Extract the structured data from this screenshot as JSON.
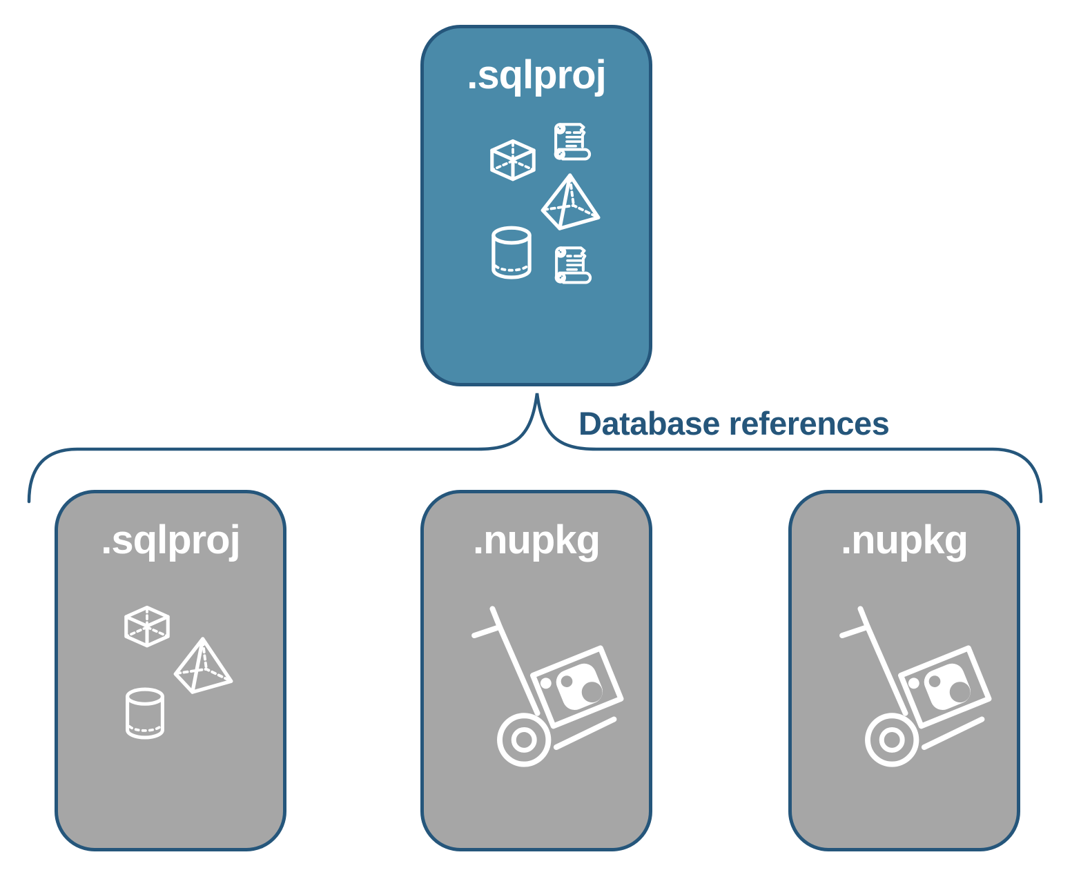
{
  "connector": {
    "label": "Database references",
    "color": "#25567b"
  },
  "colors": {
    "root_fill": "#4a8aa9",
    "child_fill": "#a6a6a6",
    "stroke": "#25567b",
    "icon_color": "#ffffff"
  },
  "cards": {
    "root": {
      "label": ".sqlproj",
      "icons": [
        "scroll-icon",
        "cube-icon",
        "pyramid-icon",
        "cylinder-icon",
        "scroll-icon"
      ]
    },
    "child_sqlproj": {
      "label": ".sqlproj",
      "icons": [
        "cube-icon",
        "pyramid-icon",
        "cylinder-icon"
      ]
    },
    "child_nupkg_left": {
      "label": ".nupkg",
      "icons": [
        "package-dolly-icon"
      ]
    },
    "child_nupkg_right": {
      "label": ".nupkg",
      "icons": [
        "package-dolly-icon"
      ]
    }
  }
}
